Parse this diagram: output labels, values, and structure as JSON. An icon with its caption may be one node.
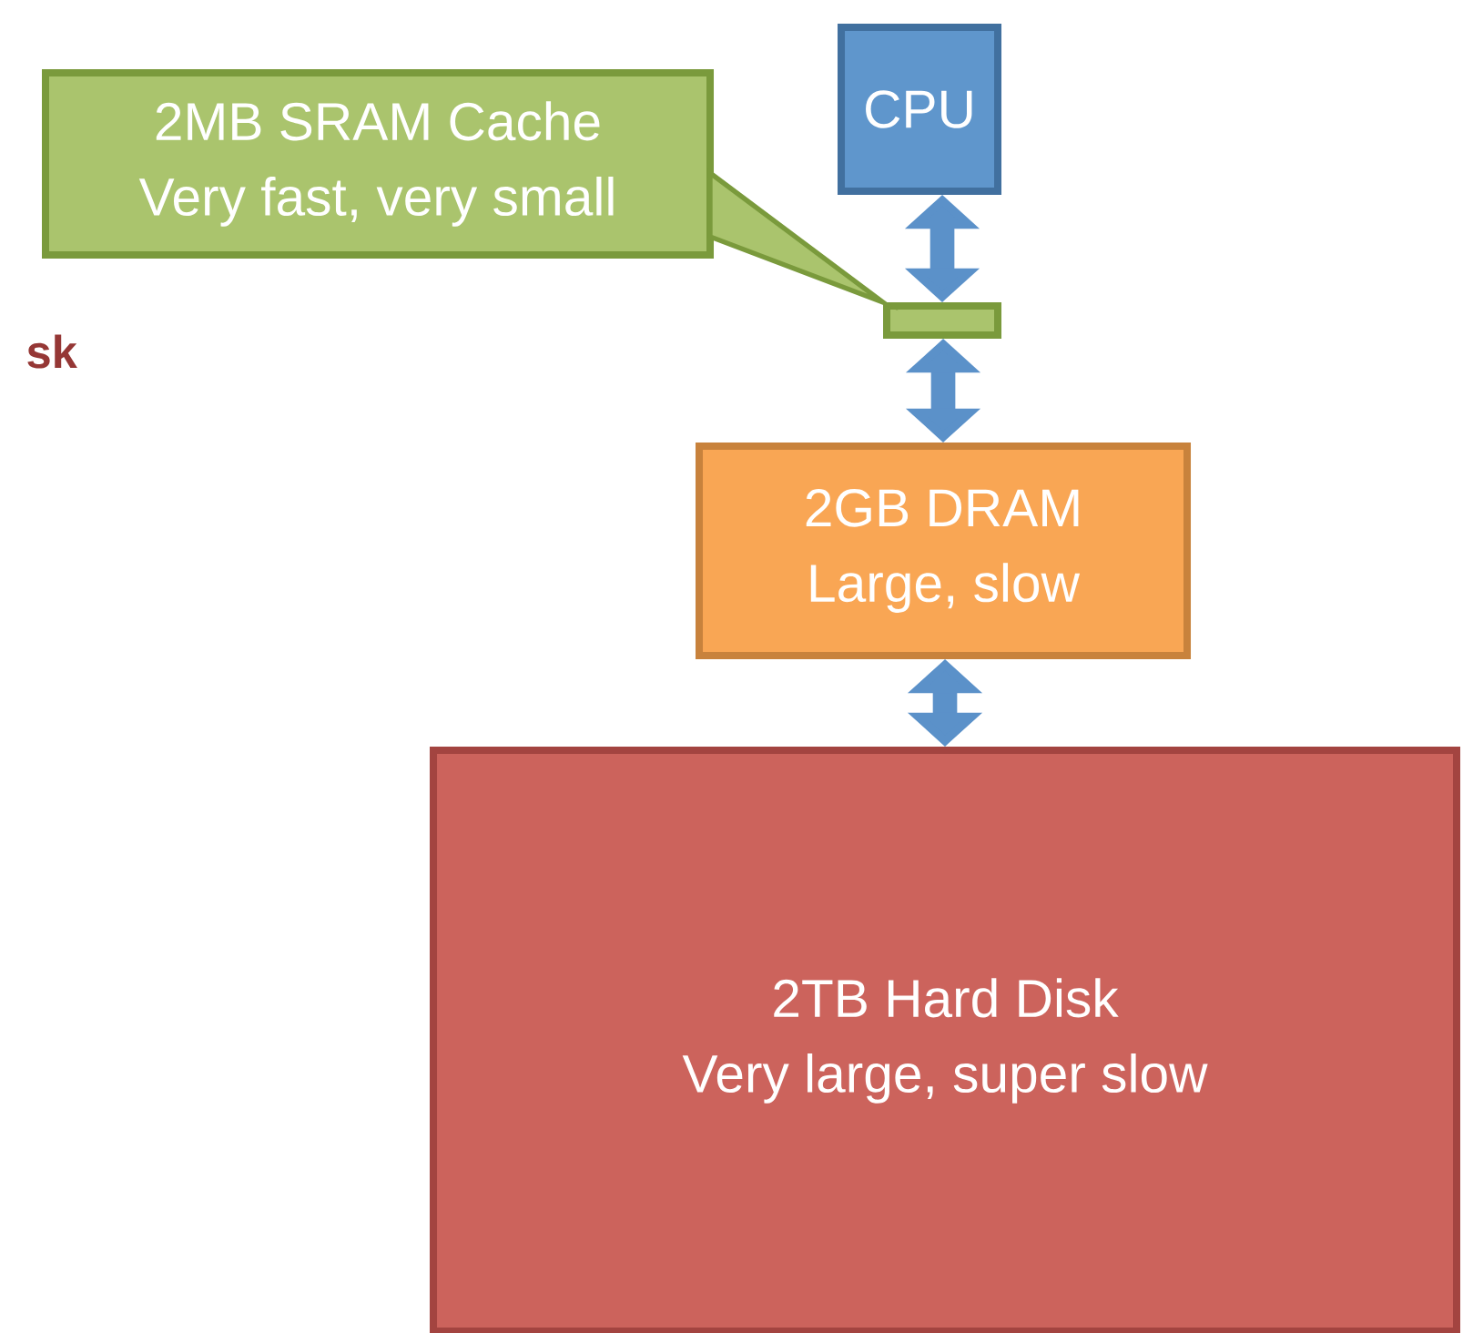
{
  "diagram": {
    "nodes": [
      {
        "text": [
          "2MB SRAM Cache",
          "Very fast, very small"
        ]
      },
      {
        "text": [
          "CPU"
        ]
      },
      {
        "text": [],
        "shape": "bar"
      },
      {
        "text": [
          "2GB DRAM",
          "Large, slow"
        ]
      },
      {
        "text": [
          "2TB Hard Disk",
          "Very large, super slow"
        ]
      }
    ],
    "edges": [
      {
        "from": 0,
        "to": 2,
        "arrow": "none",
        "color": "#7a9a3c"
      },
      {
        "from": 1,
        "to": 2,
        "arrow": "both"
      },
      {
        "from": 2,
        "to": 3,
        "arrow": "both"
      },
      {
        "from": 3,
        "to": 4,
        "arrow": "both"
      }
    ],
    "labels": [
      "sk"
    ]
  }
}
